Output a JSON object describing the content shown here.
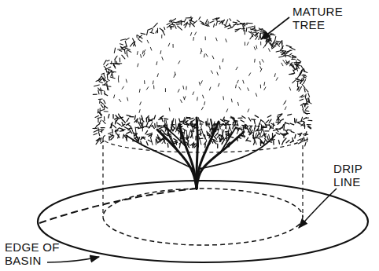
{
  "diagram": {
    "labels": [
      "MATURE TREE",
      "DRIP LINE",
      "EDGE OF BASIN"
    ]
  }
}
